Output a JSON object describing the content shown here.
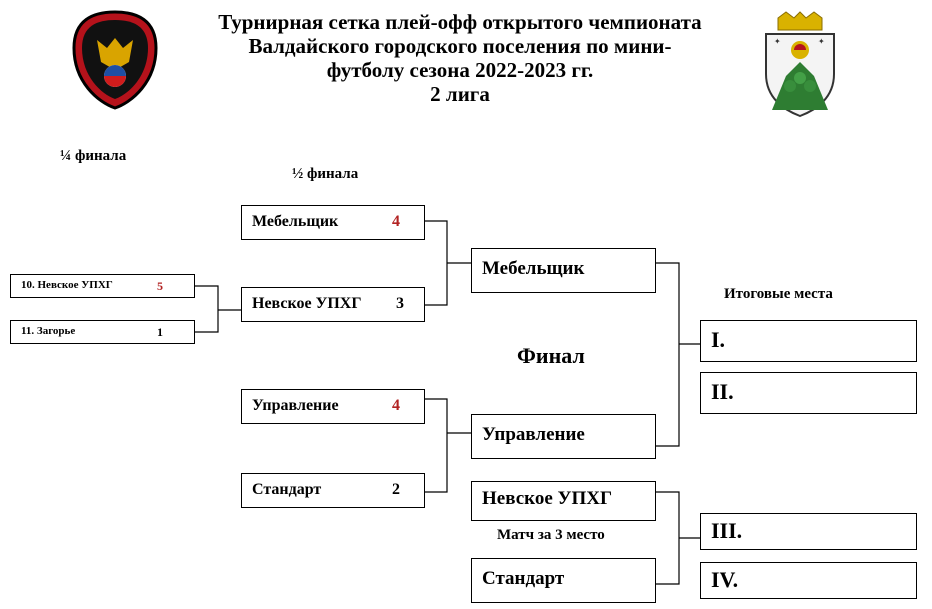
{
  "header": {
    "title_lines": [
      "Турнирная сетка плей-офф открытого чемпионата",
      "Валдайского городского поселения по мини-",
      "футболу сезона 2022-2023 гг.",
      "2 лига"
    ]
  },
  "rounds": {
    "quarterfinal_label": "¼ финала",
    "semifinal_label": "½ финала",
    "final_label": "Финал",
    "third_place_label": "Матч за 3 место",
    "standings_label": "Итоговые места"
  },
  "quarterfinal": [
    {
      "team": "10. Невское УПХГ",
      "score": "5",
      "winner": true
    },
    {
      "team": "11. Загорье",
      "score": "1",
      "winner": false
    }
  ],
  "semifinal": [
    {
      "team": "Мебельщик",
      "score": "4",
      "winner": true
    },
    {
      "team": "Невское УПХГ",
      "score": "3",
      "winner": false
    },
    {
      "team": "Управление",
      "score": "4",
      "winner": true
    },
    {
      "team": "Стандарт",
      "score": "2",
      "winner": false
    }
  ],
  "final": [
    {
      "team": "Мебельщик"
    },
    {
      "team": "Управление"
    }
  ],
  "third_place": [
    {
      "team": "Невское УПХГ"
    },
    {
      "team": "Стандарт"
    }
  ],
  "places": [
    "I.",
    "II.",
    "III.",
    "IV."
  ],
  "colors": {
    "winner_score": "#b22222",
    "line": "#000000"
  },
  "logos": {
    "left": "russian-football-union-emblem",
    "right": "valdai-coat-of-arms"
  }
}
